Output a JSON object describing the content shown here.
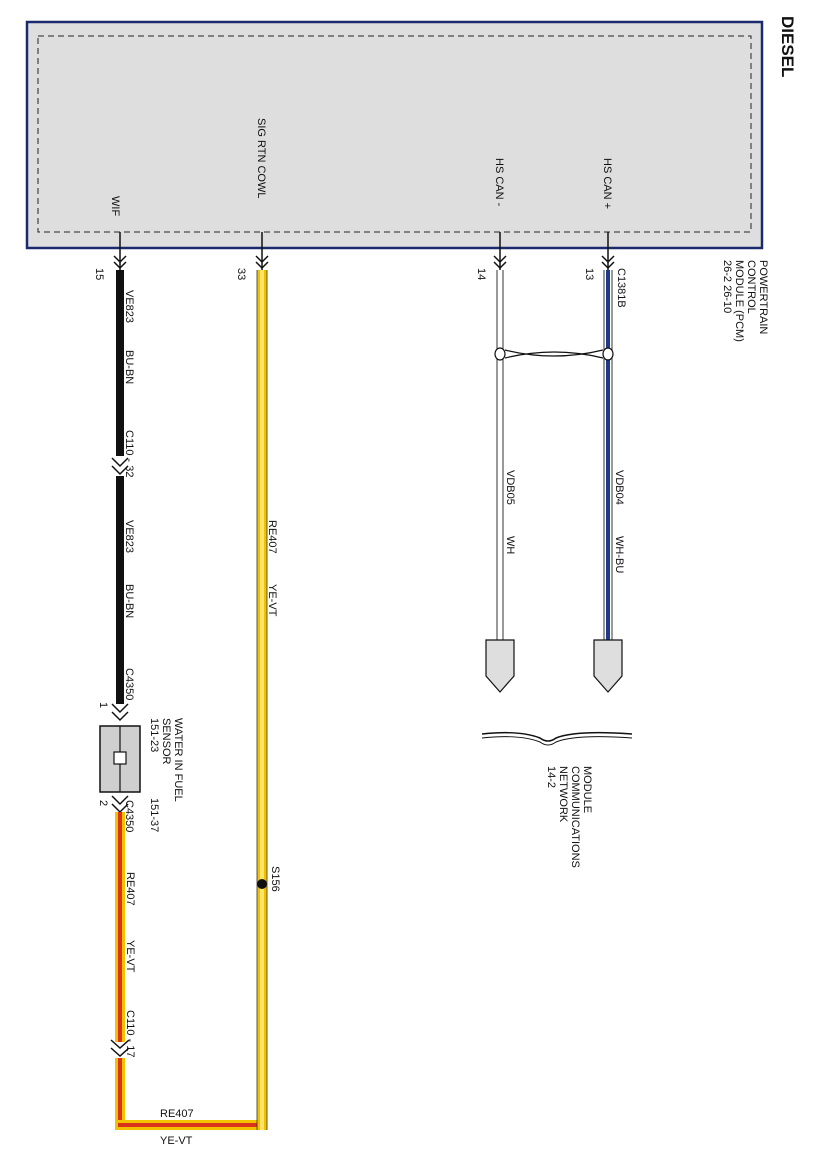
{
  "title": "DIESEL",
  "pcm": {
    "name_lines": [
      "POWERTRAIN",
      "CONTROL",
      "MODULE (PCM)",
      "26-2     26-10"
    ],
    "pins": {
      "wif": "WIF",
      "sig_rtn": "SIG RTN COWL",
      "hs_can_minus": "HS CAN -",
      "hs_can_plus": "HS CAN +"
    },
    "connector": "C1381B",
    "fill_color": "#dedede",
    "border_color": "#1a2a6c"
  },
  "wires": {
    "w15": {
      "pin": "15",
      "circuit": "VE823",
      "color_code": "BU-BN"
    },
    "w15b": {
      "circuit": "VE823",
      "color_code": "BU-BN"
    },
    "w33": {
      "pin": "33",
      "circuit": "RE407",
      "color_code": "YE-VT"
    },
    "w14": {
      "pin": "14",
      "circuit": "VDB05",
      "color_code": "WH"
    },
    "w13": {
      "pin": "13",
      "circuit": "VDB04",
      "color_code": "WH-BU"
    },
    "lower": {
      "circuit": "RE407",
      "color_code": "YE-VT"
    },
    "bottom": {
      "circuit": "RE407",
      "color_code": "YE-VT"
    }
  },
  "connectors": {
    "c110_32": "C110 - 32",
    "c4350_1": "C4350",
    "pin_1": "1",
    "c4350_2": "C4350",
    "pin_2": "2",
    "c110_17": "C110 - 17"
  },
  "sensor": {
    "lines": [
      "WATER IN FUEL",
      "SENSOR",
      "151-23"
    ],
    "ref2": "151-37"
  },
  "splice": "S156",
  "network": {
    "lines": [
      "MODULE",
      "COMMUNICATIONS",
      "NETWORK",
      "14-2"
    ]
  },
  "colors": {
    "wire_black": "#111111",
    "wire_yellow": "#f2c200",
    "wire_red": "#d9341a",
    "wire_blue": "#1f3a8a"
  }
}
